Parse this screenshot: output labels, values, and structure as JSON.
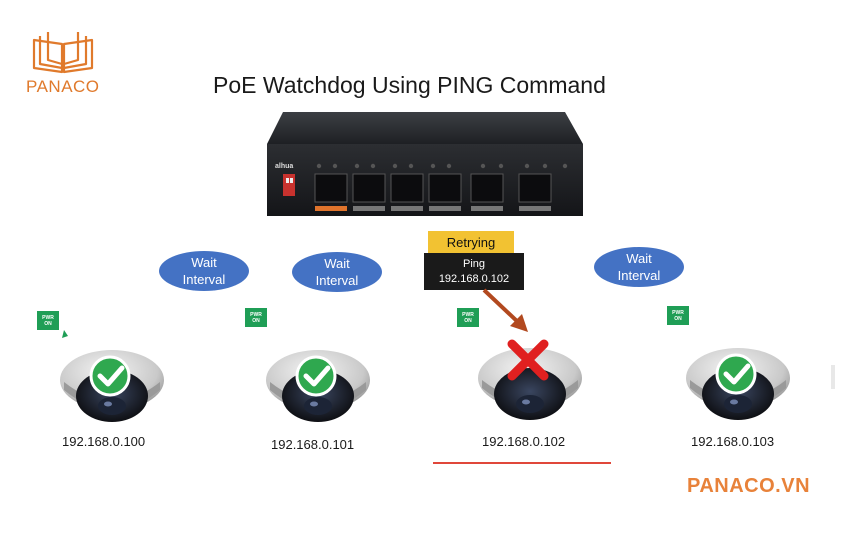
{
  "logo": {
    "text": "PANACO",
    "color": "#e07a2c"
  },
  "title": "PoE Watchdog Using PING Command",
  "switch": {
    "brand": "alhua",
    "icon": "poe-switch"
  },
  "bubbles": [
    {
      "line1": "Wait",
      "line2": "Interval"
    },
    {
      "line1": "Wait",
      "line2": "Interval"
    },
    {
      "line1": "Wait",
      "line2": "Interval"
    }
  ],
  "status": {
    "retrying": "Retrying",
    "ping_label": "Ping",
    "ping_ip": "192.168.0.102"
  },
  "cameras": [
    {
      "ip": "192.168.0.100",
      "state": "ok",
      "pwr": [
        "PWR",
        "ON"
      ]
    },
    {
      "ip": "192.168.0.101",
      "state": "ok",
      "pwr": [
        "PWR",
        "ON"
      ]
    },
    {
      "ip": "192.168.0.102",
      "state": "fail",
      "pwr": [
        "PWR",
        "ON"
      ]
    },
    {
      "ip": "192.168.0.103",
      "state": "ok",
      "pwr": [
        "PWR",
        "ON"
      ]
    }
  ],
  "brand_footer": "PANACO.VN",
  "colors": {
    "accent_orange": "#e8823a",
    "bubble_blue": "#4472c4",
    "retry_yellow": "#f2c232",
    "ok_green": "#2fa84f",
    "fail_red": "#e02020",
    "arrow_brown": "#b2491f"
  }
}
